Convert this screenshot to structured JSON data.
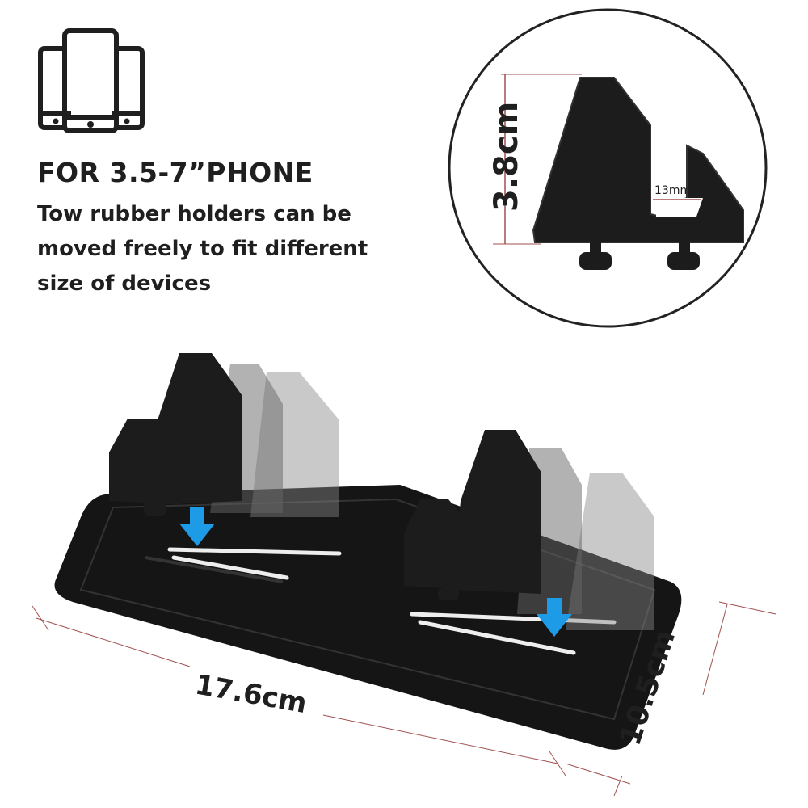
{
  "headline": "FOR 3.5-7”PHONE",
  "description_lines": [
    "Tow rubber holders can be",
    "moved freely to fit different",
    "size of devices"
  ],
  "dimensions": {
    "holder_height": "3.8cm",
    "holder_gap": "13mm",
    "pad_length": "17.6cm",
    "pad_width": "10.5cm"
  },
  "icons": {
    "phones": "phone-sizes-icon",
    "arrows": "down-arrow-icon"
  },
  "colors": {
    "text": "#1f1f1f",
    "product": "#1a1a1a",
    "arrow": "#1e9be6",
    "dimension_line": "#a05050"
  }
}
